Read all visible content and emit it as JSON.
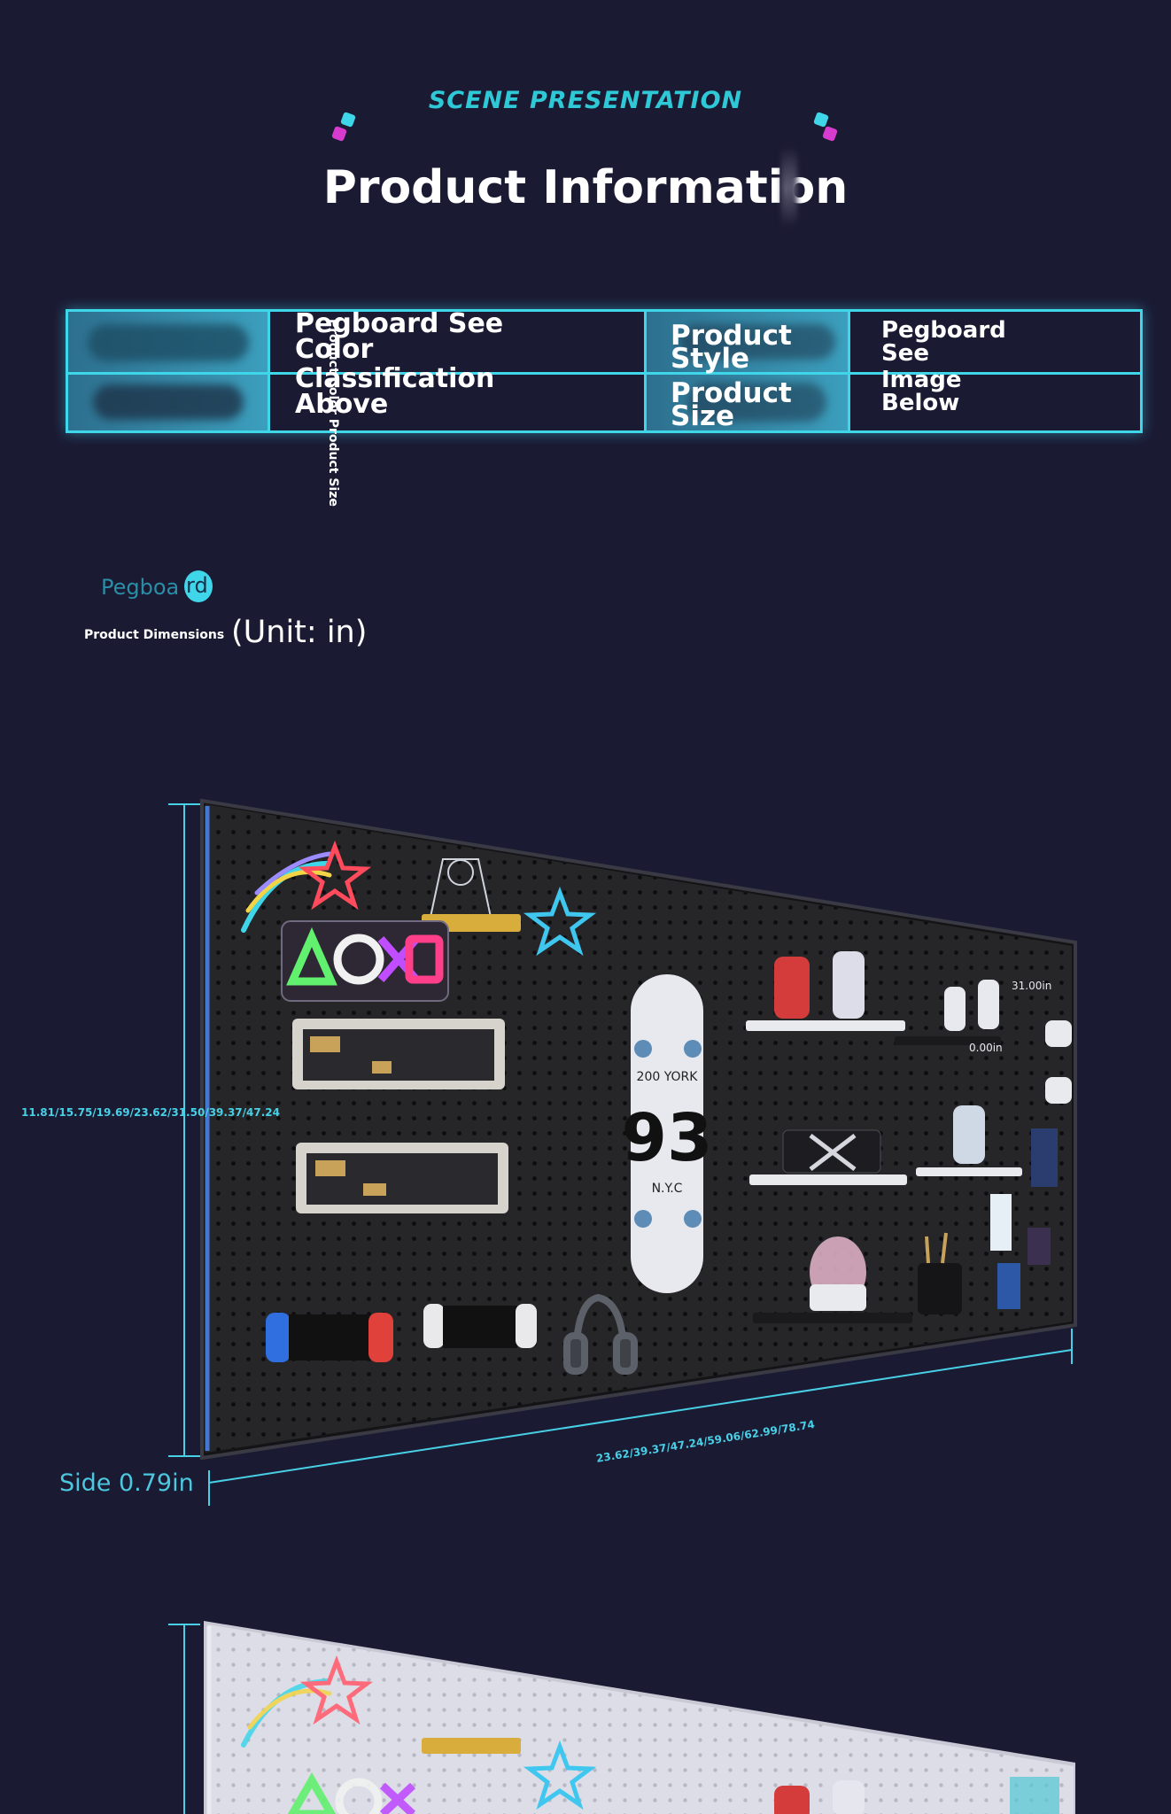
{
  "header": {
    "subtitle": "SCENE PRESENTATION",
    "title": "Product Information"
  },
  "spec_table": {
    "rows": [
      {
        "value_left_line1": "Pegboard See",
        "value_left_line2": "Color",
        "label_right_line1": "Product",
        "label_right_line2": "Style",
        "value_right_line1": "Pegboard",
        "value_right_line2": "See"
      },
      {
        "value_left_line1": "Classification",
        "value_left_line2": "Above",
        "label_right_line1": "Product",
        "label_right_line2": "Size",
        "value_right_line1": "Image",
        "value_right_line2": "Below"
      }
    ]
  },
  "vertical_note": "Product Color Product Size",
  "chip": {
    "text": "Pegboa",
    "tail": "rd"
  },
  "dimensions": {
    "label": "Product Dimensions",
    "unit": "(Unit: in)",
    "height_options": "11.81/15.75/19.69/23.62/31.50/39.37/47.24",
    "width_options": "23.62/39.37/47.24/59.06/62.99/78.74",
    "side": "Side 0.79in",
    "shelf_label_a": "31.00in",
    "shelf_label_b": "0.00in"
  },
  "scene": {
    "skateboard_line1": "200 YORK",
    "skateboard_number": "93",
    "skateboard_line3": "N.Y.C",
    "neon_symbols": "ΔOXD"
  },
  "colors": {
    "background": "#1b1a33",
    "accent_cyan": "#3fd6ea",
    "board_dark": "#262629",
    "board_light": "#dcdde6"
  }
}
